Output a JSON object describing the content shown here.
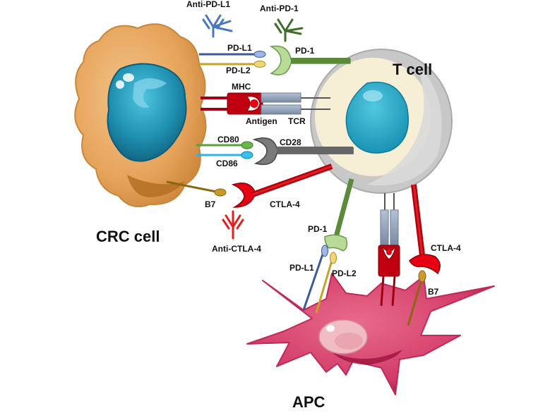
{
  "labels": {
    "t_cell": "T cell",
    "crc_cell": "CRC cell",
    "apc": "APC",
    "anti_pd_l1": "Anti-PD-L1",
    "anti_pd_1": "Anti-PD-1",
    "anti_ctla_4": "Anti-CTLA-4",
    "pd_l1_top": "PD-L1",
    "pd_l2_top": "PD-L2",
    "pd_1_top": "PD-1",
    "mhc": "MHC",
    "antigen": "Antigen",
    "tcr": "TCR",
    "cd80": "CD80",
    "cd86": "CD86",
    "cd28": "CD28",
    "b7_left": "B7",
    "ctla_4_left": "CTLA-4",
    "pd_1_bottom": "PD-1",
    "pd_l1_bottom": "PD-L1",
    "pd_l2_bottom": "PD-L2",
    "ctla_4_bottom": "CTLA-4",
    "b7_bottom": "B7"
  },
  "colors": {
    "crc_cell": "#e6a35a",
    "crc_nucleus": "#1f8fb0",
    "t_cell_outer": "#c9c9c9",
    "t_cell_inner": "#f6efd6",
    "t_cell_nucleus": "#1aa0c0",
    "apc": "#d23c68",
    "apc_nucleus": "#f0b8c0",
    "pd_1": "#5a8a3a",
    "pd_1_receptor": "#b8dc98",
    "pd_l1": "#3c5a9a",
    "pd_l2": "#c8a228",
    "mhc": "#c00010",
    "tcr": "#8c9cb4",
    "cd80": "#5aa03c",
    "cd86": "#28b4e6",
    "cd28": "#666666",
    "ctla_4": "#cc0000",
    "b7": "#a07818",
    "anti_pd_l1": "#4a78c0",
    "anti_pd_1": "#3c6e28",
    "anti_ctla_4": "#e61e1e"
  }
}
